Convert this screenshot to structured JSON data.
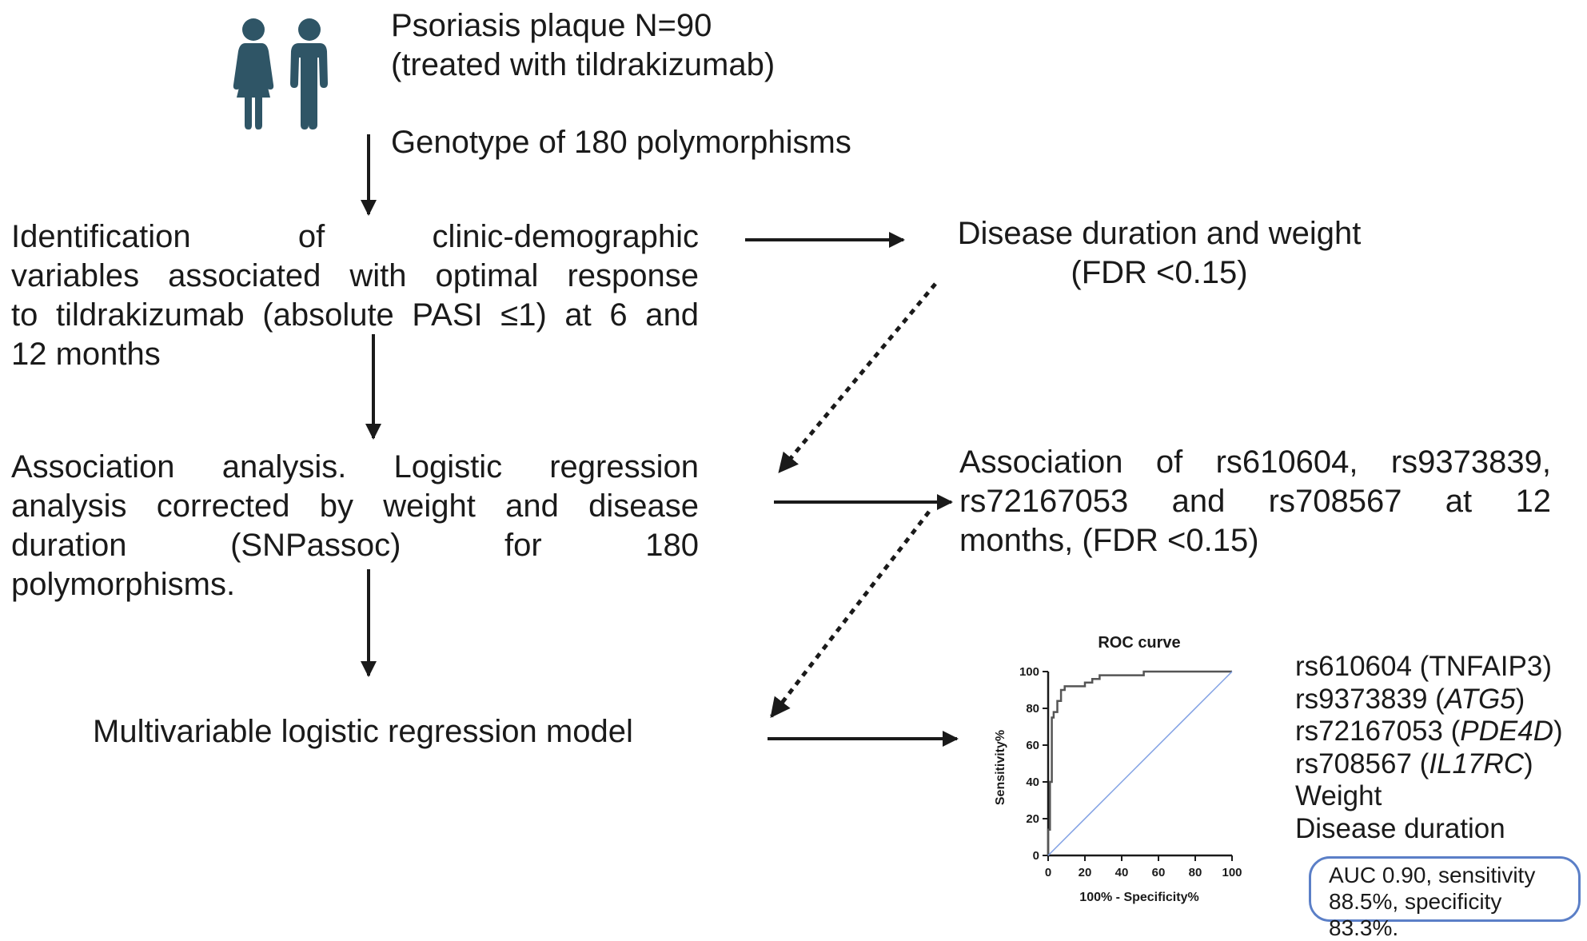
{
  "cohort": {
    "line1": "Psoriasis plaque N=90",
    "line2": "(treated with tildrakizumab)",
    "people_icon": "people-icon"
  },
  "genotype_label": "Genotype of 180 polymorphisms",
  "step1": {
    "lines": [
      "Identification of clinic-demographic",
      "variables associated with optimal response",
      "to tildrakizumab (absolute PASI ≤1) at 6 and",
      "12 months"
    ]
  },
  "result1": {
    "line1": "Disease duration and weight",
    "line2": "(FDR <0.15)"
  },
  "step2": {
    "lines": [
      "Association analysis. Logistic regression",
      "analysis corrected by weight and disease",
      "duration (SNPassoc) for 180",
      "polymorphisms."
    ]
  },
  "result2": {
    "lines": [
      "Association of rs610604, rs9373839,",
      "rs72167053 and rs708567 at 12",
      "months, (FDR <0.15)"
    ]
  },
  "step3": {
    "label": "Multivariable logistic regression model"
  },
  "model_variables": [
    {
      "snp": "rs610604",
      "gene": "TNFAIP3",
      "italic": false
    },
    {
      "snp": "rs9373839",
      "gene": "ATG5",
      "italic": true
    },
    {
      "snp": "rs72167053",
      "gene": "PDE4D",
      "italic": true
    },
    {
      "snp": "rs708567",
      "gene": "IL17RC",
      "italic": true
    },
    {
      "snp": "Weight",
      "gene": "",
      "italic": false
    },
    {
      "snp": "Disease duration",
      "gene": "",
      "italic": false
    }
  ],
  "auc_box": {
    "line1": "AUC 0.90, sensitivity",
    "line2": "88.5%, specificity 83.3%."
  },
  "chart_data": {
    "type": "line",
    "title": "ROC curve",
    "xlabel": "100% - Specificity%",
    "ylabel": "Sensitivity%",
    "xlim": [
      0,
      100
    ],
    "ylim": [
      0,
      100
    ],
    "x_ticks": [
      0,
      20,
      40,
      60,
      80,
      100
    ],
    "y_ticks": [
      0,
      20,
      40,
      60,
      80,
      100
    ],
    "grid": false,
    "series": [
      {
        "kind": "roc",
        "color": "#555555",
        "points": [
          [
            0,
            0
          ],
          [
            0,
            14
          ],
          [
            1,
            14
          ],
          [
            1,
            40
          ],
          [
            2,
            40
          ],
          [
            2,
            75
          ],
          [
            3,
            75
          ],
          [
            3,
            78
          ],
          [
            5,
            78
          ],
          [
            5,
            84
          ],
          [
            7,
            84
          ],
          [
            7,
            90
          ],
          [
            9,
            90
          ],
          [
            9,
            92
          ],
          [
            20,
            92
          ],
          [
            20,
            94
          ],
          [
            24,
            94
          ],
          [
            24,
            96
          ],
          [
            28,
            96
          ],
          [
            28,
            98
          ],
          [
            52,
            98
          ],
          [
            52,
            100
          ],
          [
            100,
            100
          ]
        ]
      },
      {
        "kind": "reference",
        "color": "#7f9fe3",
        "points": [
          [
            0,
            0
          ],
          [
            100,
            100
          ]
        ]
      }
    ]
  },
  "colors": {
    "icon": "#2f5566",
    "arrow": "#1a1a1a",
    "auc_border": "#5b7fc7",
    "reference_line": "#7f9fe3"
  }
}
